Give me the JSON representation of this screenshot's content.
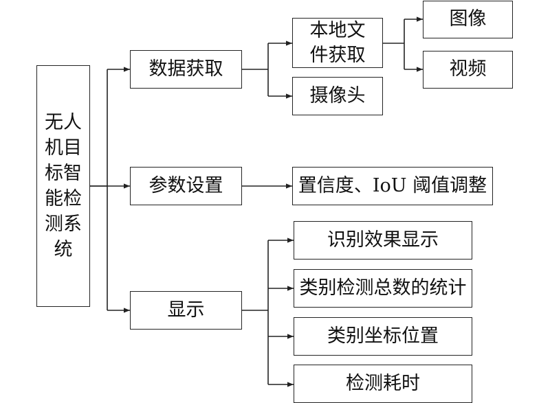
{
  "diagram": {
    "root": "无人机目标智能检测系统",
    "data_acquisition": {
      "label": "数据获取",
      "local_file": {
        "label": "本地文件获取",
        "children": [
          "图像",
          "视频"
        ]
      },
      "camera": "摄像头"
    },
    "parameter_setting": {
      "label": "参数设置",
      "child": "置信度、IoU 阈值调整"
    },
    "display": {
      "label": "显示",
      "children": [
        "识别效果显示",
        "类别检测总数的统计",
        "类别坐标位置",
        "检测耗时"
      ]
    }
  }
}
